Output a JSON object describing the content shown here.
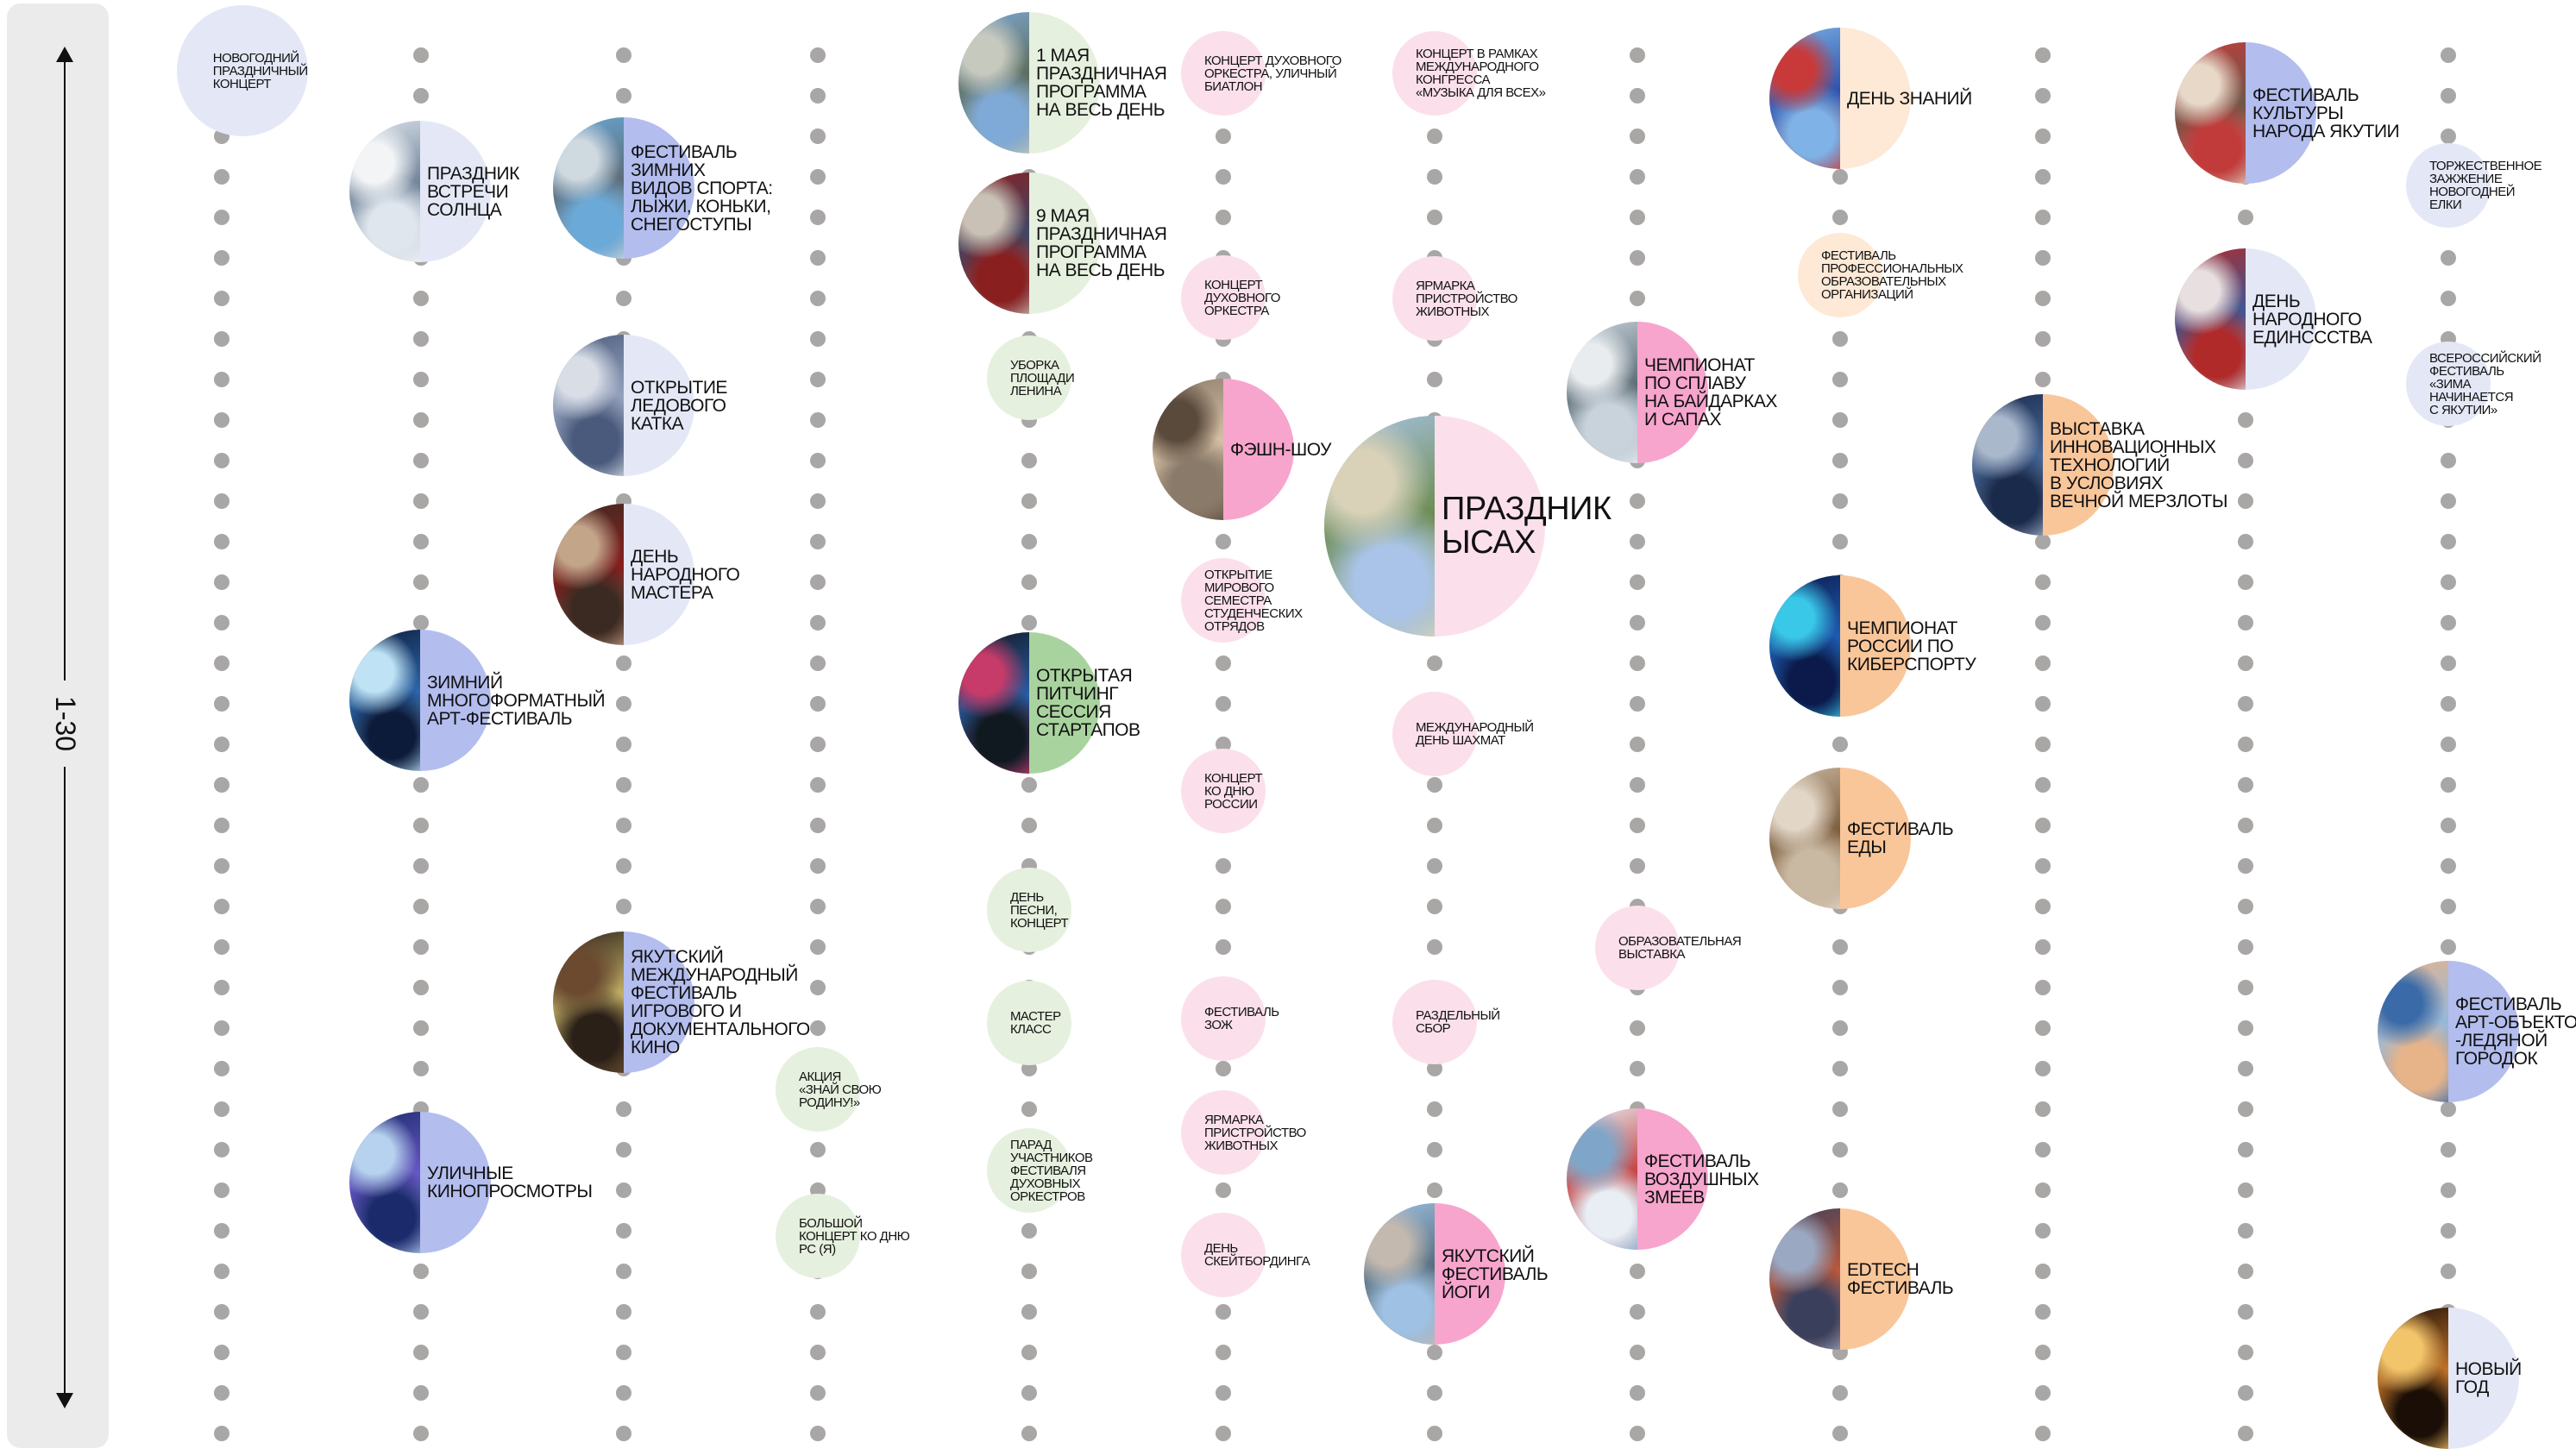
{
  "axis": {
    "label": "1-30"
  },
  "colors": {
    "blue": "#b3bdee",
    "lightblue": "#e4e8f6",
    "pink": "#f7a5cd",
    "lightpink": "#fbe0eb",
    "green": "#a9d39e",
    "lightgreen": "#e6f0de",
    "orange": "#f9c69a",
    "lightorange": "#fde9d6",
    "dot": "#a9a6a6"
  },
  "events": [
    {
      "label": "Новогодний праздничный концерт",
      "color": "lightblue",
      "photo": false,
      "photo_colors": []
    },
    {
      "label": "Праздник встречи солнца",
      "color": "lightblue",
      "photo": true,
      "photo_colors": [
        "#dfe6ee",
        "#6a7e95",
        "#f2f4f6"
      ]
    },
    {
      "label": "Фестиваль зимних видов спорта: лыжи, коньки, снегоступы",
      "color": "blue",
      "photo": true,
      "photo_colors": [
        "#6aa9d8",
        "#5d6a74",
        "#cfd9e0"
      ]
    },
    {
      "label": "Открытие ледового катка",
      "color": "lightblue",
      "photo": true,
      "photo_colors": [
        "#4a5a7c",
        "#9aa7c2",
        "#d8dde6"
      ]
    },
    {
      "label": "День народного мастера",
      "color": "lightblue",
      "photo": true,
      "photo_colors": [
        "#3a2a22",
        "#8c1f1f",
        "#c3a58a"
      ]
    },
    {
      "label": "Зимний многоформатный арт-фестиваль",
      "color": "blue",
      "photo": true,
      "photo_colors": [
        "#0d1b3a",
        "#2e6bb0",
        "#bfe3f5"
      ]
    },
    {
      "label": "Якутский международный фестиваль игрового и документального кино",
      "color": "blue",
      "photo": true,
      "photo_colors": [
        "#2a2018",
        "#c9b66a",
        "#6b4a30"
      ]
    },
    {
      "label": "Уличные кинопросмотры",
      "color": "blue",
      "photo": true,
      "photo_colors": [
        "#1b2a6b",
        "#6b5ac9",
        "#b7d2ef"
      ]
    },
    {
      "label": "Акция «Знай свою Родину!»",
      "color": "lightgreen",
      "photo": false,
      "photo_colors": []
    },
    {
      "label": "Большой концерт ко Дню РС (Я)",
      "color": "lightgreen",
      "photo": false,
      "photo_colors": []
    },
    {
      "label": "1 мая праздничная программа на весь день",
      "color": "lightgreen",
      "photo": true,
      "photo_colors": [
        "#7fa9d6",
        "#5b6a55",
        "#c6c9be"
      ]
    },
    {
      "label": "9 мая праздничная программа на весь день",
      "color": "lightgreen",
      "photo": true,
      "photo_colors": [
        "#8a1f1f",
        "#3a4a6a",
        "#c9c1b5"
      ]
    },
    {
      "label": "Уборка площади Ленина",
      "color": "lightgreen",
      "photo": false,
      "photo_colors": []
    },
    {
      "label": "Открытая питчинг сессия стартапов",
      "color": "green",
      "photo": true,
      "photo_colors": [
        "#101820",
        "#2b5fa8",
        "#c73b6a"
      ]
    },
    {
      "label": "День песни, концерт",
      "color": "lightgreen",
      "photo": false,
      "photo_colors": []
    },
    {
      "label": "Мастер класс",
      "color": "lightgreen",
      "photo": false,
      "photo_colors": []
    },
    {
      "label": "Парад участников фестиваля духовных оркестров",
      "color": "lightgreen",
      "photo": false,
      "photo_colors": []
    },
    {
      "label": "Концерт духовного оркестра, уличный биатлон",
      "color": "lightpink",
      "photo": false,
      "photo_colors": []
    },
    {
      "label": "Концерт духовного оркестра",
      "color": "lightpink",
      "photo": false,
      "photo_colors": []
    },
    {
      "label": "Фэшн-шоу",
      "color": "pink",
      "photo": true,
      "photo_colors": [
        "#8a7a6a",
        "#d9c3a8",
        "#5a4a3c"
      ]
    },
    {
      "label": "Открытие мирового семестра студенческих отрядов",
      "color": "lightpink",
      "photo": false,
      "photo_colors": []
    },
    {
      "label": "Концерт ко Дню России",
      "color": "lightpink",
      "photo": false,
      "photo_colors": []
    },
    {
      "label": "Фестиваль ЗОЖ",
      "color": "lightpink",
      "photo": false,
      "photo_colors": []
    },
    {
      "label": "Ярмарка пристройство животных",
      "color": "lightpink",
      "photo": false,
      "photo_colors": []
    },
    {
      "label": "День скейтбординга",
      "color": "lightpink",
      "photo": false,
      "photo_colors": []
    },
    {
      "label": "Концерт в рамках международного конгресса «Музыка для всех»",
      "color": "lightpink",
      "photo": false,
      "photo_colors": []
    },
    {
      "label": "Ярмарка пристройство животных",
      "color": "lightpink",
      "photo": false,
      "photo_colors": []
    },
    {
      "label": "Праздник Ысах",
      "color": "lightpink",
      "photo": true,
      "photo_colors": [
        "#a9c4e8",
        "#6b8a4a",
        "#d9d2b8"
      ]
    },
    {
      "label": "Международный день шахмат",
      "color": "lightpink",
      "photo": false,
      "photo_colors": []
    },
    {
      "label": "Раздельный сбор",
      "color": "lightpink",
      "photo": false,
      "photo_colors": []
    },
    {
      "label": "Якутский фестиваль йоги",
      "color": "pink",
      "photo": true,
      "photo_colors": [
        "#9fc2e4",
        "#556b7a",
        "#c4b9ae"
      ]
    },
    {
      "label": "Чемпионат по сплаву на байдарках и сапах",
      "color": "pink",
      "photo": true,
      "photo_colors": [
        "#c8d3dc",
        "#5a6a72",
        "#e8ecef"
      ]
    },
    {
      "label": "Образовательная выставка",
      "color": "lightpink",
      "photo": false,
      "photo_colors": []
    },
    {
      "label": "Фестиваль воздушных змеев",
      "color": "pink",
      "photo": true,
      "photo_colors": [
        "#e8eef4",
        "#c23b3b",
        "#7fa6c9"
      ]
    },
    {
      "label": "День знаний",
      "color": "lightorange",
      "photo": true,
      "photo_colors": [
        "#7fb2e6",
        "#2a4ea8",
        "#c83a3a"
      ]
    },
    {
      "label": "Фестиваль профессиональных образовательных организаций",
      "color": "lightorange",
      "photo": false,
      "photo_colors": []
    },
    {
      "label": "Чемпионат России по киберспорту",
      "color": "orange",
      "photo": true,
      "photo_colors": [
        "#0b1a4a",
        "#1f5fb8",
        "#3ac8e8"
      ]
    },
    {
      "label": "Фестиваль еды",
      "color": "orange",
      "photo": true,
      "photo_colors": [
        "#c9b8a2",
        "#7a5a3a",
        "#e2d6c6"
      ]
    },
    {
      "label": "EdTech фестиваль",
      "color": "orange",
      "photo": true,
      "photo_colors": [
        "#3a3f5c",
        "#c25a3a",
        "#9aa8c2"
      ]
    },
    {
      "label": "Выставка инновационных технологий в условиях вечной мерзлоты",
      "color": "orange",
      "photo": true,
      "photo_colors": [
        "#1a2a4a",
        "#4a6a9a",
        "#aab8cc"
      ]
    },
    {
      "label": "Фестиваль культуры народа Якутии",
      "color": "blue",
      "photo": true,
      "photo_colors": [
        "#c23b3b",
        "#6b5a4a",
        "#e8d8c8"
      ]
    },
    {
      "label": "День народного единсcства",
      "color": "lightblue",
      "photo": true,
      "photo_colors": [
        "#b02a2a",
        "#3a5a9a",
        "#e8e0e0"
      ]
    },
    {
      "label": "Торжественное зажжение новогодней елки",
      "color": "lightblue",
      "photo": false,
      "photo_colors": []
    },
    {
      "label": "Всероссийский фестиваль «Зима начинается с Якутии»",
      "color": "lightblue",
      "photo": false,
      "photo_colors": []
    },
    {
      "label": "Фестиваль арт-объектов -ледяной городок",
      "color": "blue",
      "photo": true,
      "photo_colors": [
        "#e7b48a",
        "#8fb8e0",
        "#3a6aa8"
      ]
    },
    {
      "label": "Новый год",
      "color": "lightblue",
      "photo": true,
      "photo_colors": [
        "#1a0e06",
        "#c9782a",
        "#f3c56a"
      ]
    }
  ]
}
